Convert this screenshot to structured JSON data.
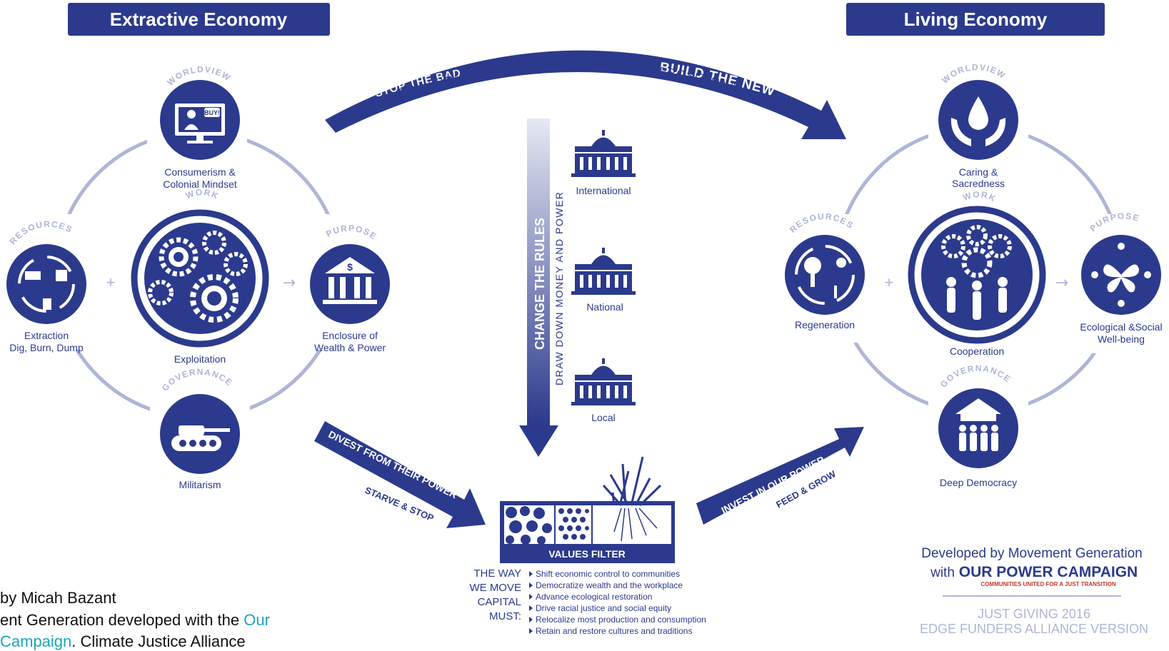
{
  "headers": {
    "left": "Extractive Economy",
    "right": "Living Economy"
  },
  "top_arrow": {
    "stop": "STOP THE BAD",
    "subtitle": "SOLUTIONS THAT ARE VISIONARY AND OPPOSITIONAL",
    "build": "BUILD THE NEW"
  },
  "extractive": {
    "worldview": {
      "tag": "WORLDVIEW",
      "label1": "Consumerism &",
      "label2": "Colonial Mindset",
      "bubble": "BUY!"
    },
    "work": {
      "tag": "WORK",
      "label": "Exploitation"
    },
    "resources": {
      "tag": "RESOURCES",
      "label1": "Extraction",
      "label2": "Dig, Burn, Dump"
    },
    "purpose": {
      "tag": "PURPOSE",
      "label1": "Enclosure of",
      "label2": "Wealth & Power"
    },
    "governance": {
      "tag": "GOVERNANCE",
      "label": "Militarism"
    }
  },
  "living": {
    "worldview": {
      "tag": "WORLDVIEW",
      "label1": "Caring &",
      "label2": "Sacredness"
    },
    "work": {
      "tag": "WORK",
      "label": "Cooperation"
    },
    "resources": {
      "tag": "RESOURCES",
      "label": "Regeneration"
    },
    "purpose": {
      "tag": "PURPOSE",
      "label1": "Ecological &Social",
      "label2": "Well-being"
    },
    "governance": {
      "tag": "GOVERNANCE",
      "label": "Deep Democracy"
    }
  },
  "symbols": {
    "plus": "+",
    "arrow": "→"
  },
  "rules": {
    "title": "CHANGE THE RULES",
    "subtitle": "DRAW DOWN MONEY AND POWER",
    "levels": [
      "International",
      "National",
      "Local"
    ]
  },
  "divest": {
    "main": "DIVEST FROM THEIR POWER",
    "sub": "STARVE & STOP"
  },
  "invest": {
    "main": "INVEST IN OUR POWER",
    "sub": "FEED & GROW"
  },
  "filter": {
    "label": "VALUES FILTER"
  },
  "capital": {
    "heading": [
      "THE WAY",
      "WE MOVE",
      "CAPITAL",
      "MUST:"
    ],
    "items": [
      "Shift economic control to communities",
      "Democratize wealth and the workplace",
      "Advance ecological restoration",
      "Drive racial justice and social equity",
      "Relocalize most production and consumption",
      "Retain and restore cultures and traditions"
    ]
  },
  "credits": {
    "line1": "Developed by Movement Generation",
    "with": "with",
    "campaign": "OUR POWER CAMPAIGN",
    "campaign_sub": "COMMUNITIES UNITED FOR A JUST TRANSITION",
    "version1": "JUST GIVING 2016",
    "version2": "EDGE FUNDERS ALLIANCE VERSION"
  },
  "caption": {
    "line1": "by Micah Bazant",
    "line2_pre": "ent Generation developed with the ",
    "line2_link": "Our",
    "line3_link": "Campaign",
    "line3_post": ". Climate Justice Alliance"
  },
  "colors": {
    "navy": "#2b3a8c",
    "light": "#aeb5d6",
    "link": "#1aa7b8",
    "orange": "#c0392b"
  }
}
